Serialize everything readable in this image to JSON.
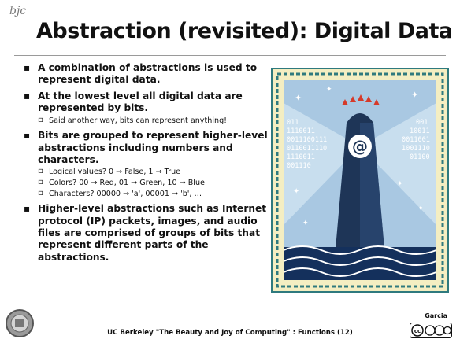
{
  "logo": {
    "text": "bjc"
  },
  "slide": {
    "title": "Abstraction (revisited): Digital Data"
  },
  "bullets": [
    {
      "text": "A combination of abstractions is used to represent digital data.",
      "sub": []
    },
    {
      "text": "At the lowest level all digital data are represented by bits.",
      "sub": [
        "Said another way, bits can represent anything!"
      ]
    },
    {
      "text": "Bits are grouped to represent higher-level abstractions including numbers and characters.",
      "sub": [
        "Logical values? 0 → False, 1 → True",
        "Colors? 00 → Red, 01 → Green, 10 → Blue",
        "Characters? 00000 → 'a', 00001 → 'b', …"
      ]
    },
    {
      "text": "Higher-level abstractions such as Internet protocol (IP) packets, images, and audio files are comprised of groups of bits that represent different parts of the abstractions.",
      "sub": []
    }
  ],
  "illustration": {
    "at_symbol": "@",
    "binary_left": [
      "011",
      "1110011",
      "0011100111",
      "0110011110",
      "1110011",
      "001110"
    ],
    "binary_right": [
      "001",
      "10011",
      "0011001",
      "1001110",
      "01100",
      ""
    ]
  },
  "footer": {
    "course": "UC Berkeley \"The Beauty and Joy of Computing\" : Functions (12)",
    "author": "Garcia"
  },
  "license": {
    "badge": "cc"
  },
  "icons": {
    "university_seal": "seal-icon",
    "license": "creative-commons-icon",
    "bullet_marker": "▪",
    "sub_marker": "▫"
  },
  "colors": {
    "sky": "#a9c8e2",
    "frame": "#2f7a7e",
    "paper": "#f4eec2",
    "tower": "#1e3557",
    "sea": "#14305c",
    "rays": "#d63a2a"
  }
}
